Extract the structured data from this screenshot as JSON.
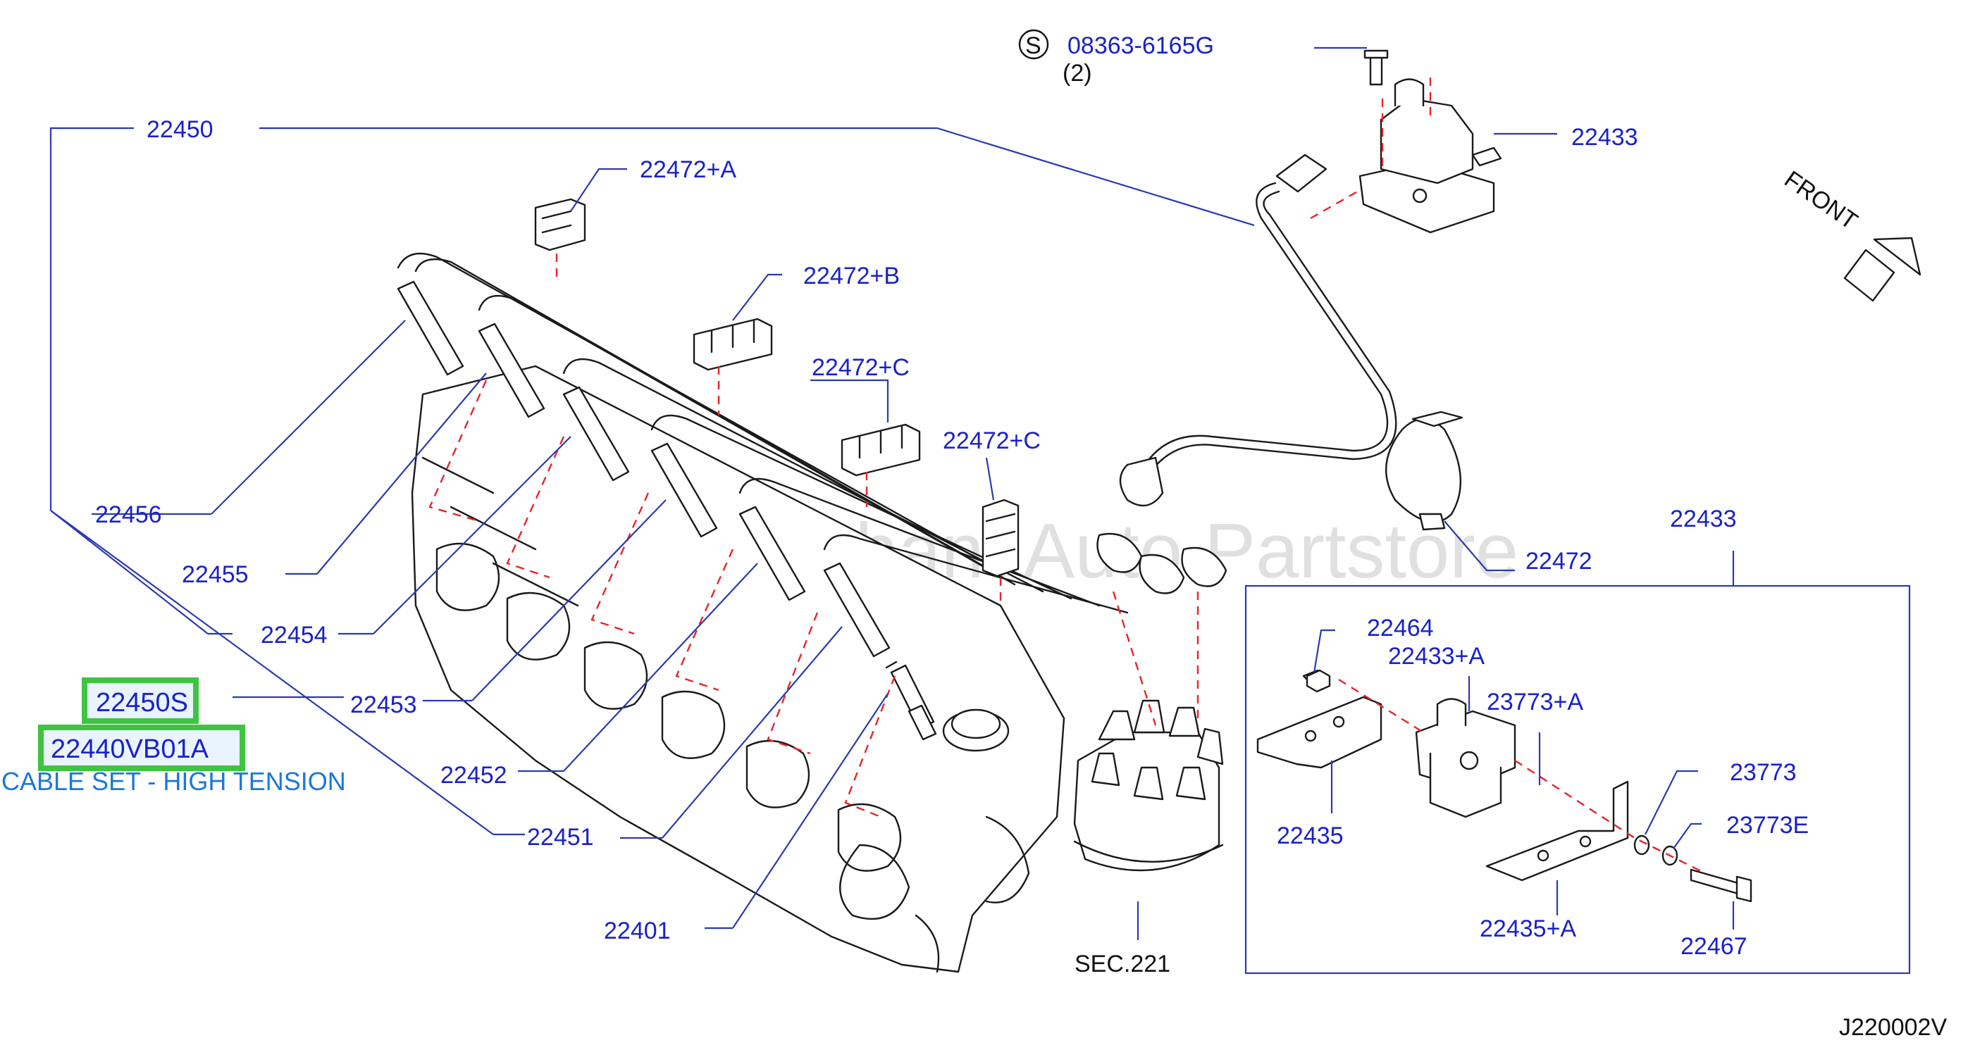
{
  "watermark": "Multi-Merchant Auto Partstore",
  "screw": {
    "symbol": "S",
    "part_no": "08363-6165G",
    "qty": "(2)"
  },
  "labels": {
    "p22450": "22450",
    "p22433_top": "22433",
    "p22472A": "22472+A",
    "p22472B": "22472+B",
    "p22472C_1": "22472+C",
    "p22472C_2": "22472+C",
    "p22472": "22472",
    "p22456": "22456",
    "p22455": "22455",
    "p22454": "22454",
    "p22453": "22453",
    "p22452": "22452",
    "p22451": "22451",
    "p22401": "22401",
    "sec221": "SEC.221",
    "p22433_box": "22433",
    "p22464": "22464",
    "p22433A": "22433+A",
    "p23773A": "23773+A",
    "p23773": "23773",
    "p23773E": "23773E",
    "p22435": "22435",
    "p22435A": "22435+A",
    "p22467": "22467",
    "front": "FRONT",
    "ref_code": "J220002V"
  },
  "highlight": {
    "set_code": "22450S",
    "part_code": "22440VB01A",
    "description": "CABLE SET - HIGH TENSION"
  },
  "colors": {
    "label": "#1a22c8",
    "leader": "#2b3ab0",
    "dash": "#e8242a",
    "highlight_border": "#3ec43e",
    "caption": "#1a78d8"
  }
}
